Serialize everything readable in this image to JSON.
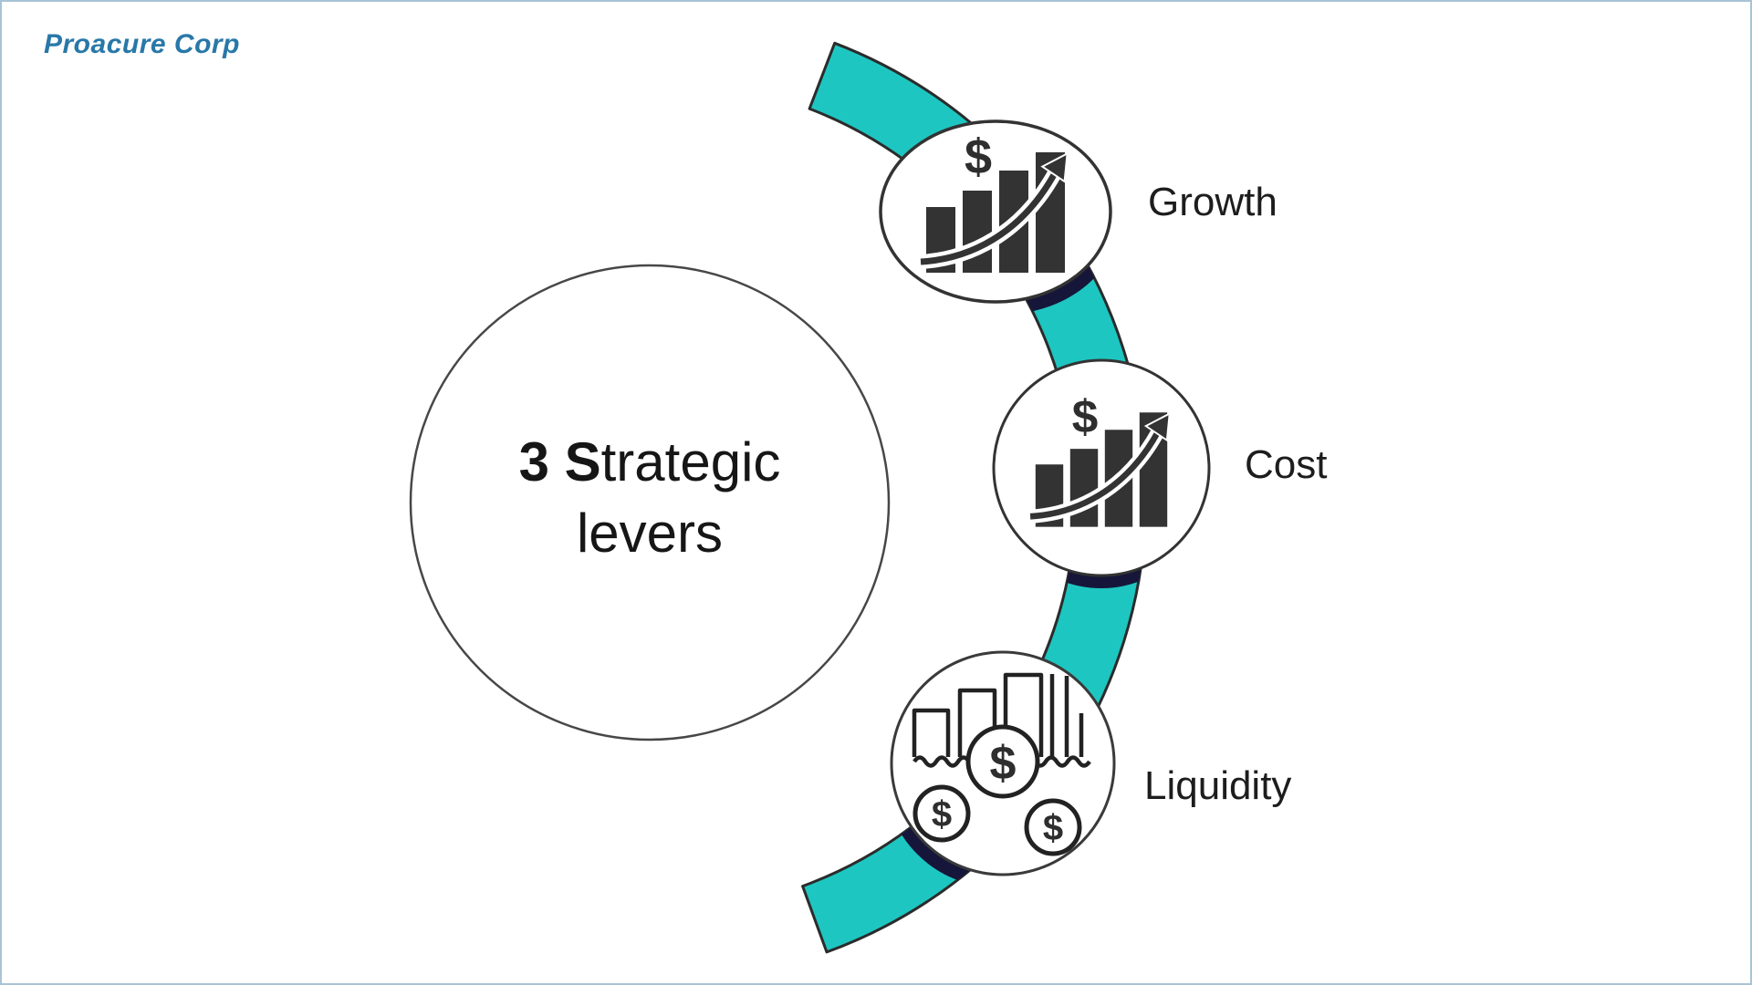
{
  "brand": {
    "logo_text": "Proacure Corp"
  },
  "diagram": {
    "center": {
      "line1_bold": "3 S",
      "line1_rest": "trategic",
      "line2": "levers"
    },
    "levers": [
      {
        "label": "Growth",
        "icon": "growth-bar-chart-dollar-icon"
      },
      {
        "label": "Cost",
        "icon": "cost-bar-chart-dollar-icon"
      },
      {
        "label": "Liquidity",
        "icon": "liquidity-coins-water-icon"
      }
    ]
  },
  "icons": {
    "dollar": "$"
  },
  "colors": {
    "arc_teal": "#1ec6c1",
    "outline_dark": "#2b2b2b",
    "icon_ink": "#333333",
    "logo_blue": "#2878a8",
    "shadow_navy": "#16163a"
  }
}
